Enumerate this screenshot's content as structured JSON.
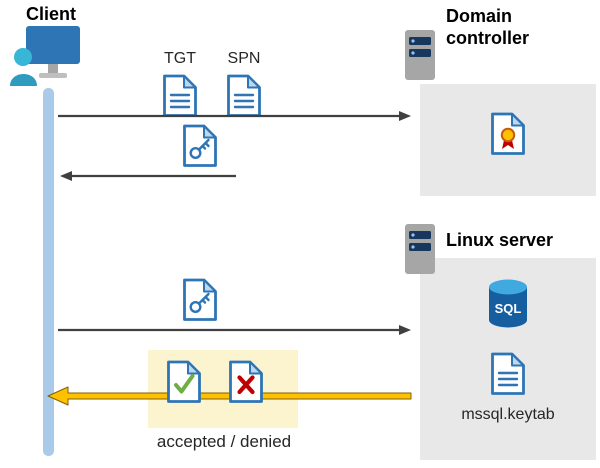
{
  "diagram": {
    "client": {
      "label": "Client"
    },
    "domain_controller": {
      "label": "Domain controller"
    },
    "linux_server": {
      "label": "Linux server"
    },
    "sql_database": {
      "label": "SQL"
    },
    "keytab_file": {
      "label": "mssql.keytab"
    },
    "tgt_ticket": {
      "label": "TGT"
    },
    "spn_ticket": {
      "label": "SPN"
    },
    "result": {
      "label": "accepted / denied"
    }
  },
  "colors": {
    "doc_blue": "#2E75B6",
    "doc_fold": "#BDD7EE",
    "timeline_blue": "#A9CBE9",
    "zone_gray": "#E8E8E8",
    "highlight_yellow": "#FCF3CF",
    "arrow_dark": "#404040",
    "arrow_yellow": "#FFC000",
    "arrow_yellow_edge": "#7F6000",
    "check_green": "#70AD47",
    "deny_red": "#C00000",
    "sql_body": "#155FA0",
    "sql_top": "#3FA9E0",
    "server_gray": "#A6A6A6",
    "server_slot": "#17375E",
    "server_dot": "#9DC3E6",
    "monitor_blue": "#2E75B6",
    "person_teal": "#38B6D6",
    "person_teal_dark": "#2E9BBF",
    "cert_gold": "#FFC000",
    "cert_edge": "#C55A11",
    "text_dark": "#000000"
  }
}
